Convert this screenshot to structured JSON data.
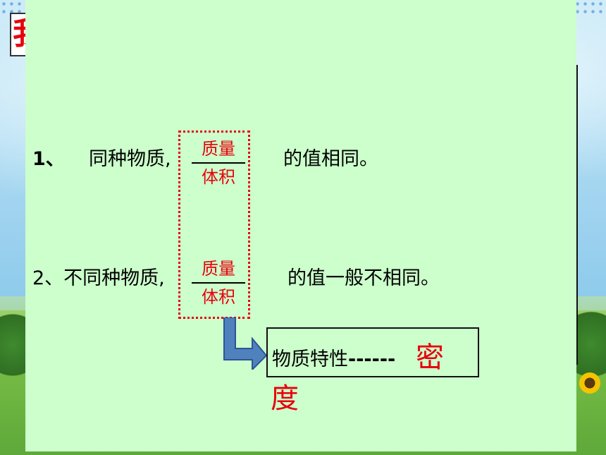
{
  "title_char": "我",
  "line1": {
    "number": "1、",
    "text": "同种物质,",
    "numerator": "质量",
    "denominator": "体积",
    "ending": "的值相同。"
  },
  "line2": {
    "text": "2、不同种物质,",
    "numerator": "质量",
    "denominator": "体积",
    "ending": "的值一般不相同。"
  },
  "conclusion": {
    "label": "物质特性",
    "dashes": "------",
    "word_part1": "密",
    "word_part2": "度"
  },
  "colors": {
    "panel": "#ccffcc",
    "accent_red": "#e8000b",
    "arrow_blue": "#4f81bd"
  },
  "icons": {
    "arrow": "down-right-arrow-icon"
  }
}
